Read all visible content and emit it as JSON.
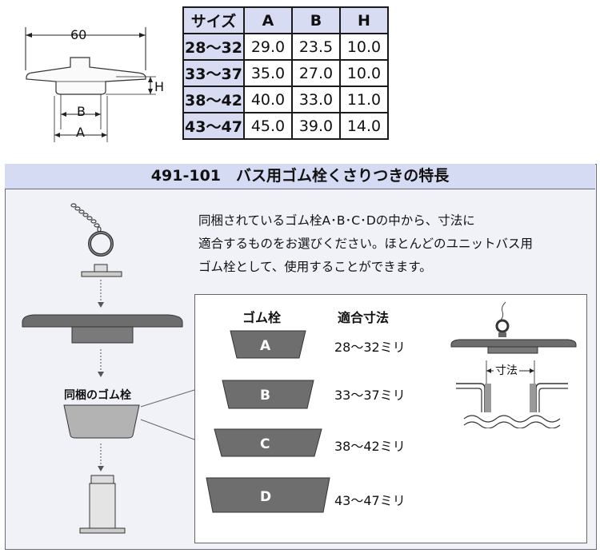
{
  "diagram_top": {
    "dim_width": "60",
    "dim_h": "H",
    "dim_b": "B",
    "dim_a": "A"
  },
  "size_table": {
    "headers": [
      "サイズ",
      "A",
      "B",
      "H"
    ],
    "rows": [
      [
        "28～32",
        "29.0",
        "23.5",
        "10.0"
      ],
      [
        "33～37",
        "35.0",
        "27.0",
        "10.0"
      ],
      [
        "38～42",
        "40.0",
        "33.0",
        "11.0"
      ],
      [
        "43～47",
        "45.0",
        "39.0",
        "14.0"
      ]
    ]
  },
  "feature": {
    "title": "491-101　バス用ゴム栓くさりつきの特長",
    "intro_lines": [
      "同梱されているゴム栓A･B･C･Dの中から、寸法に",
      "適合するものをお選びください。ほとんどのユニットバス用",
      "ゴム栓として、使用することができます。"
    ],
    "bundled_label": "同梱のゴム栓",
    "col_stopper": "ゴム栓",
    "col_size": "適合寸法",
    "stoppers": [
      {
        "letter": "A",
        "range": "28～32ミリ"
      },
      {
        "letter": "B",
        "range": "33～37ミリ"
      },
      {
        "letter": "C",
        "range": "38～42ミリ"
      },
      {
        "letter": "D",
        "range": "43～47ミリ"
      }
    ],
    "dimension_label": "寸法"
  }
}
